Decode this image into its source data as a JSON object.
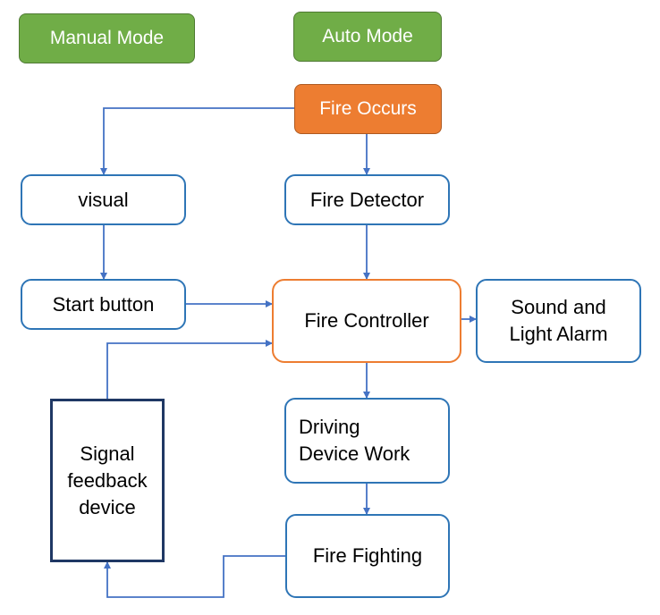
{
  "modes": {
    "manual": "Manual Mode",
    "auto": "Auto Mode"
  },
  "nodes": {
    "fire_occurs": "Fire Occurs",
    "visual": "visual",
    "fire_detector": "Fire Detector",
    "start_button": "Start button",
    "fire_controller": "Fire Controller",
    "sound_light_alarm": "Sound and\nLight Alarm",
    "signal_feedback": "Signal\nfeedback\ndevice",
    "driving_device": "Driving\nDevice Work",
    "fire_fighting": "Fire Fighting"
  },
  "colors": {
    "mode_green": "#70ad47",
    "start_orange": "#ed7d31",
    "box_blue": "#2e75b6",
    "controller_orange": "#ed7d31",
    "feedback_navy": "#1f3864",
    "connector": "#4472c4"
  }
}
